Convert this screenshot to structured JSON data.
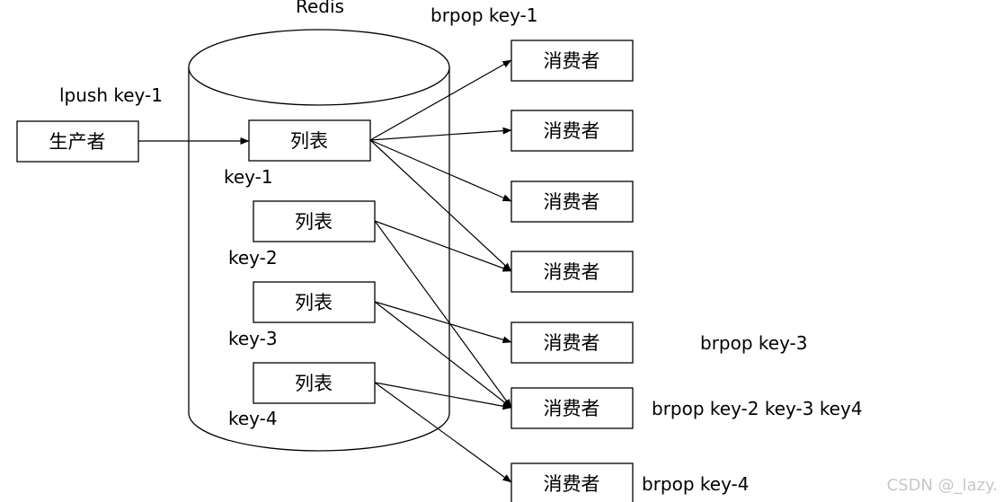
{
  "redis_label": "Redis",
  "producer": {
    "label": "生产者",
    "command": "lpush key-1"
  },
  "lists": [
    {
      "label": "列表",
      "key": "key-1"
    },
    {
      "label": "列表",
      "key": "key-2"
    },
    {
      "label": "列表",
      "key": "key-3"
    },
    {
      "label": "列表",
      "key": "key-4"
    }
  ],
  "consumers": [
    {
      "label": "消费者"
    },
    {
      "label": "消费者"
    },
    {
      "label": "消费者"
    },
    {
      "label": "消费者"
    },
    {
      "label": "消费者"
    },
    {
      "label": "消费者"
    },
    {
      "label": "消费者"
    }
  ],
  "commands": {
    "brpop_key1": "brpop key-1",
    "brpop_key3": "brpop key-3",
    "brpop_multi": "brpop key-2 key-3 key4",
    "brpop_key4": "brpop key-4"
  },
  "watermark": "CSDN @_lazy."
}
